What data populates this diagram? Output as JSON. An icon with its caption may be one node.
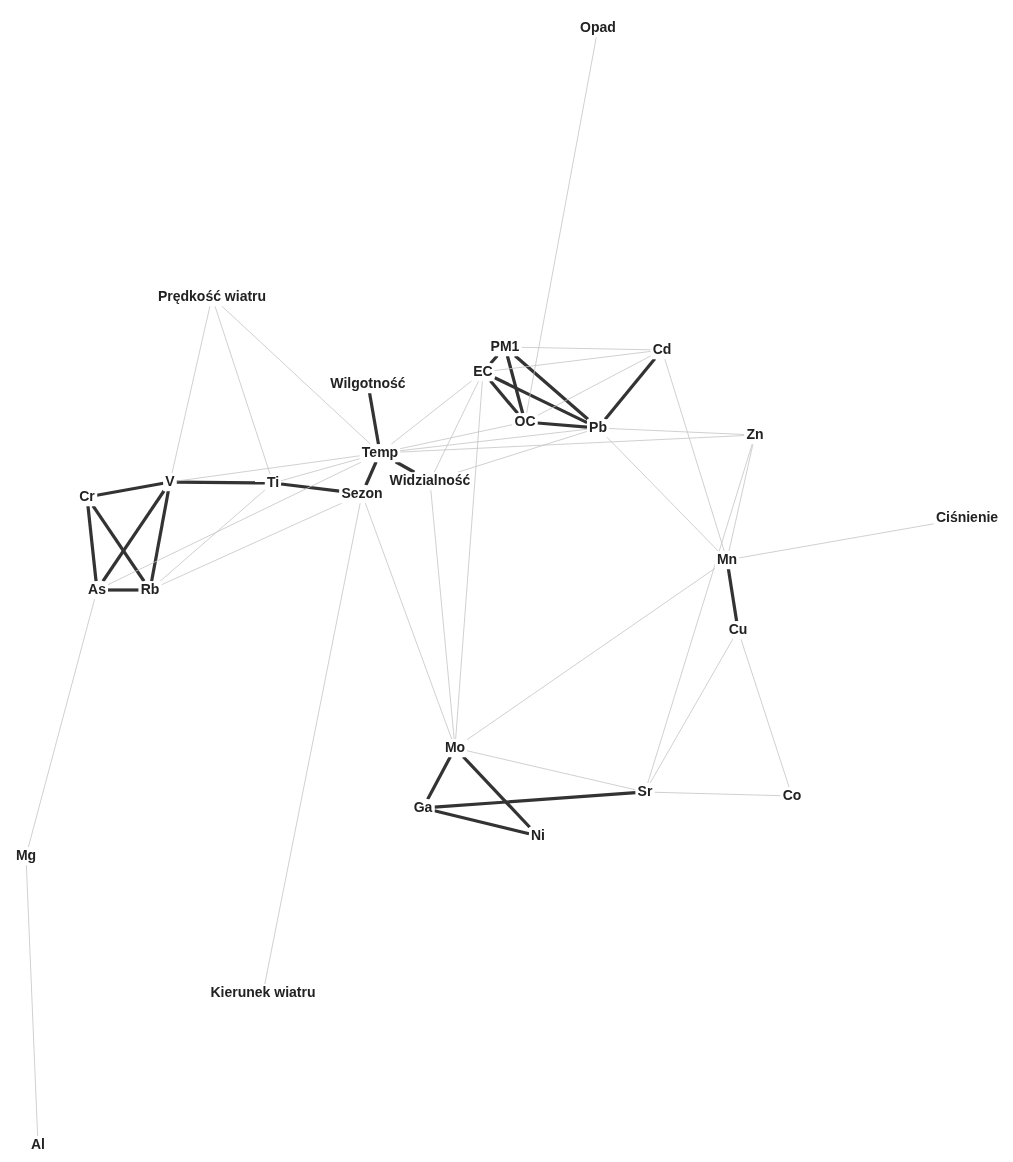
{
  "diagram": {
    "nodes": [
      {
        "text": [
          "Opad"
        ]
      },
      {
        "text": [
          "Prędkość wiatru"
        ]
      },
      {
        "text": [
          "PM1"
        ]
      },
      {
        "text": [
          "Cd"
        ]
      },
      {
        "text": [
          "EC"
        ]
      },
      {
        "text": [
          "Wilgotność"
        ]
      },
      {
        "text": [
          "OC"
        ]
      },
      {
        "text": [
          "Pb"
        ]
      },
      {
        "text": [
          "Zn"
        ]
      },
      {
        "text": [
          "Temp"
        ]
      },
      {
        "text": [
          "V"
        ]
      },
      {
        "text": [
          "Ti"
        ]
      },
      {
        "text": [
          "Widzialność"
        ]
      },
      {
        "text": [
          "Sezon"
        ]
      },
      {
        "text": [
          "Cr"
        ]
      },
      {
        "text": [
          "Ciśnienie"
        ]
      },
      {
        "text": [
          "Mn"
        ]
      },
      {
        "text": [
          "As"
        ]
      },
      {
        "text": [
          "Rb"
        ]
      },
      {
        "text": [
          "Cu"
        ]
      },
      {
        "text": [
          "Mo"
        ]
      },
      {
        "text": [
          "Sr"
        ]
      },
      {
        "text": [
          "Co"
        ]
      },
      {
        "text": [
          "Ga"
        ]
      },
      {
        "text": [
          "Ni"
        ]
      },
      {
        "text": [
          "Mg"
        ]
      },
      {
        "text": [
          "Kierunek wiatru"
        ]
      },
      {
        "text": [
          "Al"
        ]
      }
    ],
    "edges": [
      {
        "from": 14,
        "to": 10,
        "arrow": "none",
        "style": "thick",
        "color": "#333333"
      },
      {
        "from": 10,
        "to": 17,
        "arrow": "none",
        "style": "thick",
        "color": "#333333"
      },
      {
        "from": 14,
        "to": 18,
        "arrow": "none",
        "style": "thick",
        "color": "#333333"
      },
      {
        "from": 14,
        "to": 17,
        "arrow": "none",
        "style": "thick",
        "color": "#333333"
      },
      {
        "from": 17,
        "to": 18,
        "arrow": "none",
        "style": "thick",
        "color": "#333333"
      },
      {
        "from": 10,
        "to": 18,
        "arrow": "none",
        "style": "thick",
        "color": "#333333"
      },
      {
        "from": 10,
        "to": 11,
        "arrow": "none",
        "style": "thick",
        "color": "#333333"
      },
      {
        "from": 11,
        "to": 13,
        "arrow": "none",
        "style": "thick",
        "color": "#333333"
      },
      {
        "from": 9,
        "to": 13,
        "arrow": "none",
        "style": "thick",
        "color": "#333333"
      },
      {
        "from": 4,
        "to": 2,
        "arrow": "none",
        "style": "thick",
        "color": "#333333"
      },
      {
        "from": 4,
        "to": 6,
        "arrow": "none",
        "style": "thick",
        "color": "#333333"
      },
      {
        "from": 2,
        "to": 6,
        "arrow": "none",
        "style": "thick",
        "color": "#333333"
      },
      {
        "from": 6,
        "to": 7,
        "arrow": "none",
        "style": "thick",
        "color": "#333333"
      },
      {
        "from": 2,
        "to": 7,
        "arrow": "none",
        "style": "thick",
        "color": "#333333"
      },
      {
        "from": 4,
        "to": 7,
        "arrow": "none",
        "style": "thick",
        "color": "#333333"
      },
      {
        "from": 3,
        "to": 7,
        "arrow": "none",
        "style": "thick",
        "color": "#333333"
      },
      {
        "from": 16,
        "to": 19,
        "arrow": "none",
        "style": "thick",
        "color": "#333333"
      },
      {
        "from": 20,
        "to": 23,
        "arrow": "none",
        "style": "thick",
        "color": "#333333"
      },
      {
        "from": 20,
        "to": 24,
        "arrow": "none",
        "style": "thick",
        "color": "#333333"
      },
      {
        "from": 23,
        "to": 21,
        "arrow": "none",
        "style": "thick",
        "color": "#333333"
      },
      {
        "from": 23,
        "to": 24,
        "arrow": "none",
        "style": "thick",
        "color": "#333333"
      },
      {
        "from": 5,
        "to": 9,
        "arrow": "none",
        "style": "thick",
        "color": "#333333"
      },
      {
        "from": 9,
        "to": 12,
        "arrow": "none",
        "style": "thick",
        "color": "#333333"
      },
      {
        "from": 0,
        "to": 6,
        "arrow": "none"
      },
      {
        "from": 1,
        "to": 11,
        "arrow": "none"
      },
      {
        "from": 1,
        "to": 9,
        "arrow": "none"
      },
      {
        "from": 1,
        "to": 10,
        "arrow": "none"
      },
      {
        "from": 2,
        "to": 3,
        "arrow": "none"
      },
      {
        "from": 4,
        "to": 3,
        "arrow": "none"
      },
      {
        "from": 6,
        "to": 3,
        "arrow": "none"
      },
      {
        "from": 3,
        "to": 16,
        "arrow": "none"
      },
      {
        "from": 7,
        "to": 8,
        "arrow": "none"
      },
      {
        "from": 7,
        "to": 16,
        "arrow": "none"
      },
      {
        "from": 8,
        "to": 16,
        "arrow": "none"
      },
      {
        "from": 8,
        "to": 9,
        "arrow": "none"
      },
      {
        "from": 21,
        "to": 22,
        "arrow": "none"
      },
      {
        "from": 19,
        "to": 22,
        "arrow": "none"
      },
      {
        "from": 19,
        "to": 21,
        "arrow": "none"
      },
      {
        "from": 20,
        "to": 21,
        "arrow": "none"
      },
      {
        "from": 9,
        "to": 11,
        "arrow": "none"
      },
      {
        "from": 9,
        "to": 10,
        "arrow": "none"
      },
      {
        "from": 18,
        "to": 13,
        "arrow": "none"
      },
      {
        "from": 18,
        "to": 11,
        "arrow": "none"
      },
      {
        "from": 17,
        "to": 9,
        "arrow": "none"
      },
      {
        "from": 4,
        "to": 9,
        "arrow": "none"
      },
      {
        "from": 4,
        "to": 12,
        "arrow": "none"
      },
      {
        "from": 6,
        "to": 9,
        "arrow": "none"
      },
      {
        "from": 7,
        "to": 9,
        "arrow": "none"
      },
      {
        "from": 7,
        "to": 12,
        "arrow": "none"
      },
      {
        "from": 13,
        "to": 20,
        "arrow": "none"
      },
      {
        "from": 12,
        "to": 20,
        "arrow": "none"
      },
      {
        "from": 4,
        "to": 20,
        "arrow": "none"
      },
      {
        "from": 13,
        "to": 26,
        "arrow": "none"
      },
      {
        "from": 25,
        "to": 27,
        "arrow": "none"
      },
      {
        "from": 25,
        "to": 17,
        "arrow": "none"
      },
      {
        "from": 15,
        "to": 16,
        "arrow": "none"
      },
      {
        "from": 16,
        "to": 20,
        "arrow": "none"
      },
      {
        "from": 8,
        "to": 21,
        "arrow": "none"
      }
    ]
  }
}
